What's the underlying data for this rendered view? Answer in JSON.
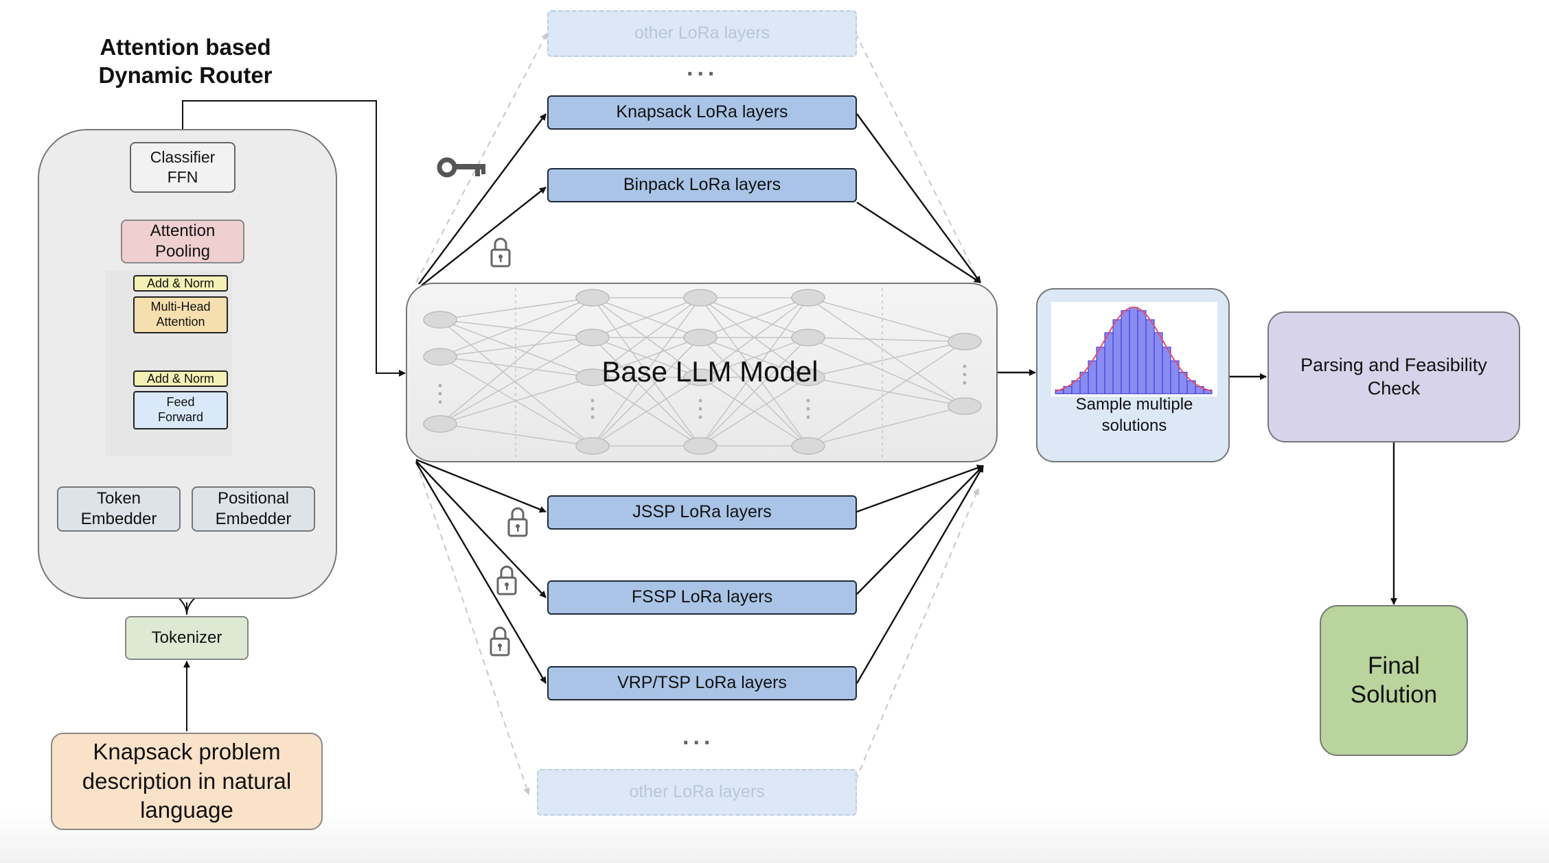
{
  "router": {
    "title_line1": "Attention based",
    "title_line2": "Dynamic Router",
    "classifier_line1": "Classifier",
    "classifier_line2": "FFN",
    "attention_pooling_line1": "Attention",
    "attention_pooling_line2": "Pooling",
    "add_norm_top": "Add & Norm",
    "mha_line1": "Multi-Head",
    "mha_line2": "Attention",
    "add_norm_bottom": "Add & Norm",
    "feed_forward_line1": "Feed",
    "feed_forward_line2": "Forward",
    "token_embedder_line1": "Token",
    "token_embedder_line2": "Embedder",
    "positional_embedder_line1": "Positional",
    "positional_embedder_line2": "Embedder",
    "tokenizer": "Tokenizer"
  },
  "input": {
    "line1": "Knapsack problem",
    "line2": "description in natural",
    "line3": "language"
  },
  "lora": {
    "other_top": "other LoRa layers",
    "knapsack": "Knapsack LoRa layers",
    "binpack": "Binpack LoRa layers",
    "jssp": "JSSP LoRa layers",
    "fssp": "FSSP LoRa layers",
    "vrp_tsp": "VRP/TSP LoRa layers",
    "other_bottom": "other LoRa layers",
    "ellipsis": "..."
  },
  "base_model": {
    "label": "Base LLM Model"
  },
  "sampling": {
    "line1": "Sample multiple",
    "line2": "solutions"
  },
  "parsing": {
    "line1": "Parsing and Feasibility",
    "line2": "Check"
  },
  "final": {
    "line1": "Final",
    "line2": "Solution"
  },
  "colors": {
    "lora_fill": "#a9c4e6",
    "router_panel": "#ececec",
    "attention_pooling": "#f0cfd0",
    "add_norm": "#f3f1b5",
    "mha": "#f6dfae",
    "feed_forward": "#d9e9f7",
    "tokenizer": "#dde9d3",
    "input_box": "#fae2c9",
    "sampling_box": "#dce8f6",
    "parsing_box": "#d6d3ea",
    "final_box": "#b9d49c",
    "histogram_bars": "#8a8cf2"
  },
  "icons": [
    "key-icon",
    "lock-icon"
  ]
}
